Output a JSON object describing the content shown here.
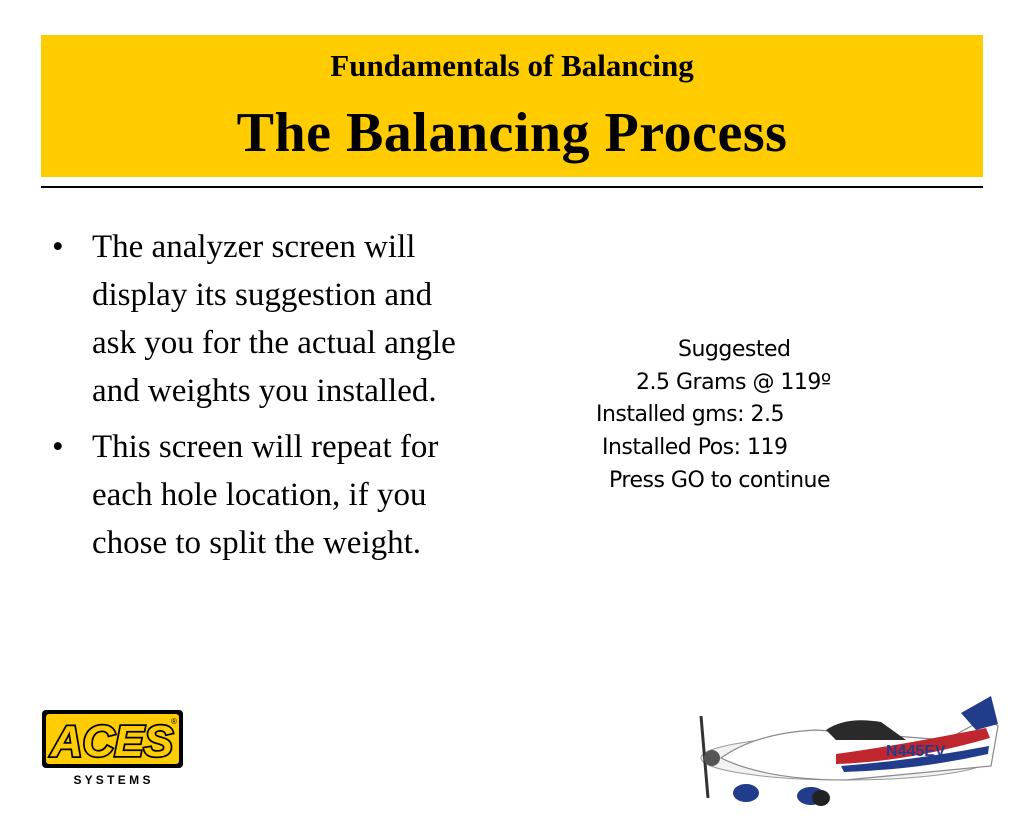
{
  "header": {
    "subtitle": "Fundamentals of Balancing",
    "title": "The Balancing Process"
  },
  "bullets": [
    "The analyzer screen will display its suggestion and ask you for the actual angle and weights you installed.",
    "This screen will repeat for each hole location, if you chose to split the weight."
  ],
  "lcd_screen": {
    "line1": "Suggested",
    "line2": "2.5 Grams @ 119º",
    "line3": "Installed gms: 2.5",
    "line4": "Installed Pos: 119",
    "line5": "Press GO to continue"
  },
  "logo": {
    "brand": "ACES",
    "tagline": "S Y S T E M S",
    "registered": "®"
  },
  "airplane": {
    "tail_number": "N445EV"
  },
  "colors": {
    "title_bar": "#ffcc00",
    "text": "#000000"
  }
}
